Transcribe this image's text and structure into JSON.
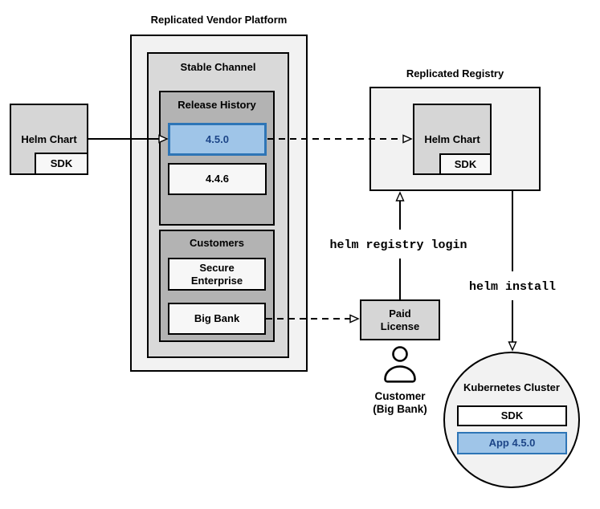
{
  "colors": {
    "highlight_fill": "#9fc5e8",
    "highlight_border": "#2e75b6",
    "highlight_text": "#1c4587"
  },
  "vendor_platform": {
    "title": "Replicated Vendor Platform",
    "stable_channel": {
      "title": "Stable Channel",
      "release_history": {
        "title": "Release History",
        "releases": [
          {
            "version": "4.5.0",
            "highlighted": true
          },
          {
            "version": "4.4.6",
            "highlighted": false
          }
        ]
      },
      "customers": {
        "title": "Customers",
        "items": [
          {
            "name": "Secure Enterprise"
          },
          {
            "name": "Big Bank"
          }
        ]
      }
    }
  },
  "source_chart": {
    "label": "Helm Chart",
    "sdk": "SDK"
  },
  "registry": {
    "title": "Replicated Registry",
    "chart_label": "Helm Chart",
    "sdk": "SDK"
  },
  "commands": {
    "login": "helm registry login",
    "install": "helm install"
  },
  "paid_license": {
    "label": "Paid License"
  },
  "customer": {
    "name": "Customer",
    "org": "(Big Bank)"
  },
  "cluster": {
    "title": "Kubernetes Cluster",
    "sdk": "SDK",
    "app": "App 4.5.0"
  }
}
